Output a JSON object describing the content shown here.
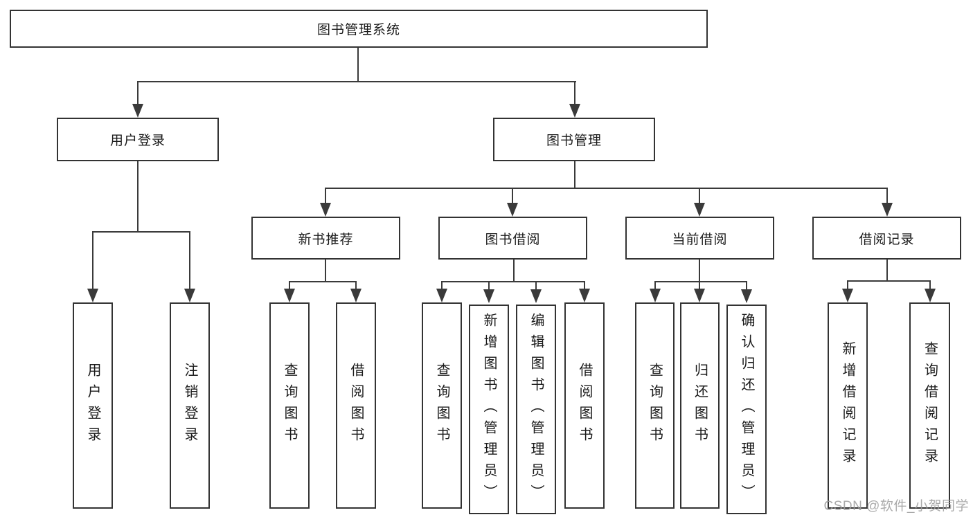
{
  "diagram": {
    "type": "hierarchy",
    "root": {
      "label": "图书管理系统"
    },
    "branches": [
      {
        "label": "用户登录",
        "children": [
          {
            "label": "用户登录"
          },
          {
            "label": "注销登录"
          }
        ]
      },
      {
        "label": "图书管理",
        "children": [
          {
            "label": "新书推荐",
            "children": [
              {
                "label": "查询图书"
              },
              {
                "label": "借阅图书"
              }
            ]
          },
          {
            "label": "图书借阅",
            "children": [
              {
                "label": "查询图书"
              },
              {
                "label": "新增图书（管理员）"
              },
              {
                "label": "编辑图书（管理员）"
              },
              {
                "label": "借阅图书"
              }
            ]
          },
          {
            "label": "当前借阅",
            "children": [
              {
                "label": "查询图书"
              },
              {
                "label": "归还图书"
              },
              {
                "label": "确认归还（管理员）"
              }
            ]
          },
          {
            "label": "借阅记录",
            "children": [
              {
                "label": "新增借阅记录"
              },
              {
                "label": "查询借阅记录"
              }
            ]
          }
        ]
      }
    ]
  },
  "watermark": {
    "text": "CSDN @软件_小贺同学"
  },
  "colors": {
    "line": "#3a3a3a",
    "box_border": "#333333",
    "box_fill": "#ffffff",
    "text": "#1a1a1a",
    "watermark": "#9c9c9c",
    "background": "#ffffff"
  }
}
